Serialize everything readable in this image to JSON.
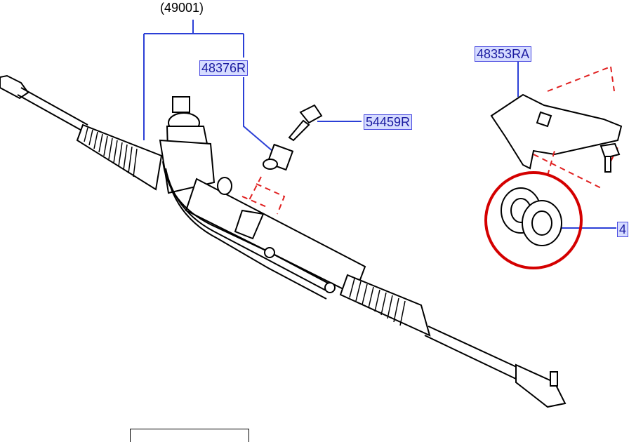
{
  "diagram": {
    "assembly_label": "(49001)",
    "callouts": [
      {
        "id": "48376R",
        "label": "48376R"
      },
      {
        "id": "54459R",
        "label": "54459R"
      },
      {
        "id": "48353RA",
        "label": "48353RA"
      },
      {
        "id": "partial",
        "label": "4"
      }
    ],
    "colors": {
      "callout_text": "#1a1aa0",
      "callout_bg": "#d6dcff",
      "leader_line": "#2b3fd6",
      "highlight_circle": "#d40000",
      "dashed_guide": "#e02020",
      "drawing": "#000000"
    }
  }
}
